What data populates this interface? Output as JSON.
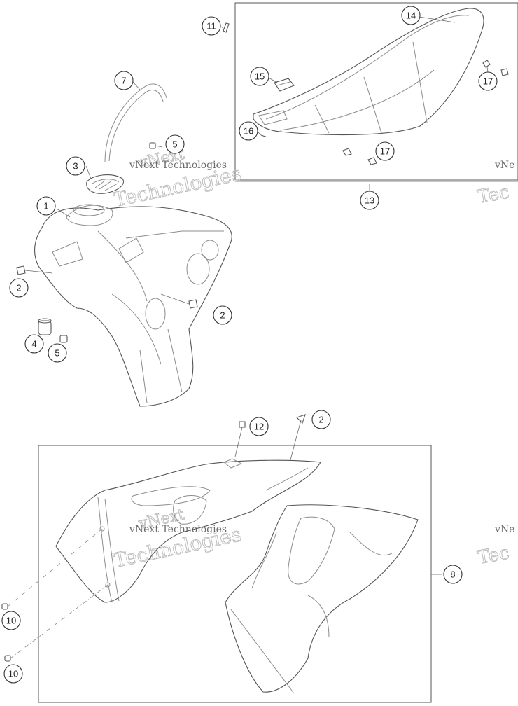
{
  "diagram": {
    "callouts": [
      {
        "id": "c-1",
        "label": "1"
      },
      {
        "id": "c-2a",
        "label": "2"
      },
      {
        "id": "c-2b",
        "label": "2"
      },
      {
        "id": "c-2c",
        "label": "2"
      },
      {
        "id": "c-3",
        "label": "3"
      },
      {
        "id": "c-4",
        "label": "4"
      },
      {
        "id": "c-5a",
        "label": "5"
      },
      {
        "id": "c-5b",
        "label": "5"
      },
      {
        "id": "c-7",
        "label": "7"
      },
      {
        "id": "c-8",
        "label": "8"
      },
      {
        "id": "c-10a",
        "label": "10"
      },
      {
        "id": "c-10b",
        "label": "10"
      },
      {
        "id": "c-11",
        "label": "11"
      },
      {
        "id": "c-12",
        "label": "12"
      },
      {
        "id": "c-13",
        "label": "13"
      },
      {
        "id": "c-14",
        "label": "14"
      },
      {
        "id": "c-15",
        "label": "15"
      },
      {
        "id": "c-16",
        "label": "16"
      },
      {
        "id": "c-17a",
        "label": "17"
      },
      {
        "id": "c-17b",
        "label": "17"
      }
    ],
    "watermark": {
      "line1": "vNext Technologies",
      "line2": "vNext",
      "line3": "Technologies",
      "edge1": "vNe",
      "edge2": "Tec"
    }
  }
}
